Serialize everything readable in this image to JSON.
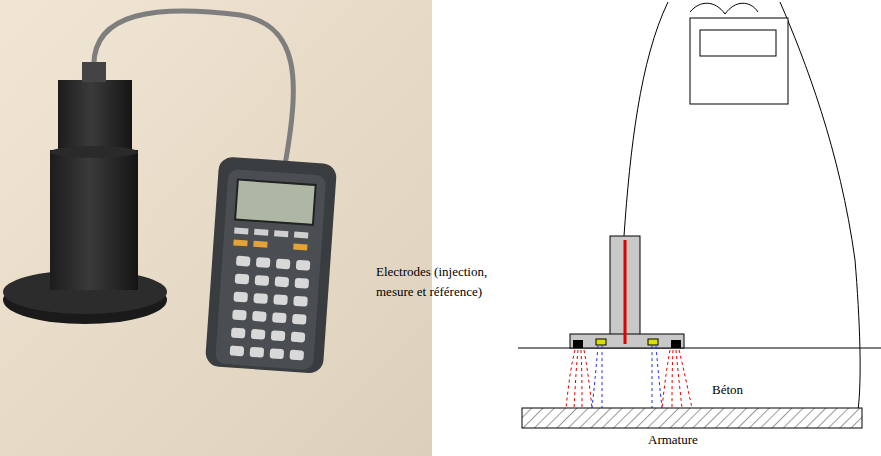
{
  "diagram": {
    "labels": [
      "Electrodes (injection, mesure et référence)",
      "Béton",
      "Armature"
    ]
  }
}
